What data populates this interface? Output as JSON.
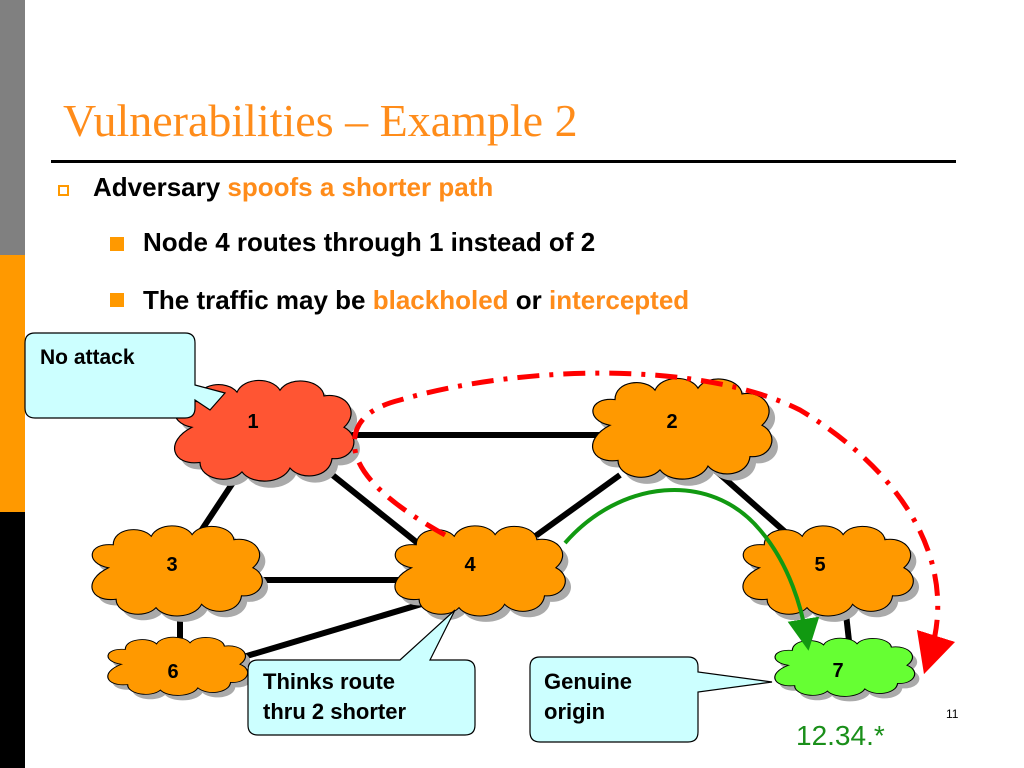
{
  "slide": {
    "title": "Vulnerabilities – Example 2",
    "page_number": "11",
    "colors": {
      "accent": "#ff8c1a",
      "sidebar_grey": "#808080",
      "sidebar_orange": "#ff9900",
      "sidebar_black": "#000000",
      "node_default": "#ff9900",
      "node_attacker": "#ff5533",
      "node_origin": "#66ff33",
      "callout_fill": "#ccffff",
      "attack_path": "#ff0000",
      "genuine_path": "#119911"
    }
  },
  "bullets": [
    {
      "level": 1,
      "parts": [
        {
          "text": "Adversary ",
          "highlight": false
        },
        {
          "text": "spoofs a shorter path",
          "highlight": true
        }
      ]
    },
    {
      "level": 2,
      "parts": [
        {
          "text": "Node 4 routes through 1 instead of 2",
          "highlight": false
        }
      ]
    },
    {
      "level": 2,
      "parts": [
        {
          "text": "The traffic may be ",
          "highlight": false
        },
        {
          "text": "blackholed",
          "highlight": true
        },
        {
          "text": " or ",
          "highlight": false
        },
        {
          "text": "intercepted",
          "highlight": true
        }
      ]
    }
  ],
  "diagram": {
    "nodes": [
      {
        "id": "1",
        "label": "1",
        "role": "attacker"
      },
      {
        "id": "2",
        "label": "2",
        "role": "default"
      },
      {
        "id": "3",
        "label": "3",
        "role": "default"
      },
      {
        "id": "4",
        "label": "4",
        "role": "default"
      },
      {
        "id": "5",
        "label": "5",
        "role": "default"
      },
      {
        "id": "6",
        "label": "6",
        "role": "default"
      },
      {
        "id": "7",
        "label": "7",
        "role": "origin"
      }
    ],
    "links": [
      [
        "1",
        "2"
      ],
      [
        "1",
        "3"
      ],
      [
        "1",
        "4"
      ],
      [
        "2",
        "4"
      ],
      [
        "2",
        "5"
      ],
      [
        "3",
        "4"
      ],
      [
        "3",
        "6"
      ],
      [
        "4",
        "6"
      ],
      [
        "5",
        "7"
      ]
    ],
    "paths": [
      {
        "name": "spoofed-path",
        "style": "dash-dot",
        "route": [
          "4",
          "1",
          "7"
        ]
      },
      {
        "name": "genuine-path",
        "style": "solid",
        "route": [
          "4",
          "7"
        ]
      }
    ],
    "callouts": [
      {
        "name": "no-attack",
        "lines": [
          "No attack"
        ],
        "points_to": "1"
      },
      {
        "name": "thinks-route",
        "lines": [
          "Thinks route",
          "thru 2 shorter"
        ],
        "points_to": "4"
      },
      {
        "name": "genuine-origin",
        "lines": [
          "Genuine",
          "origin"
        ],
        "points_to": "7"
      }
    ],
    "prefix_label": "12.34.*"
  }
}
